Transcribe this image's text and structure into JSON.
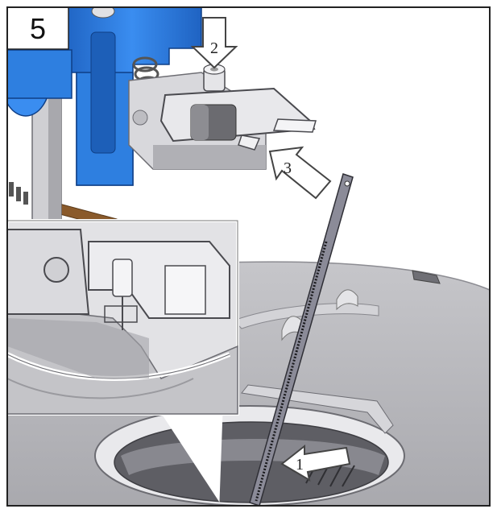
{
  "step_number": "5",
  "callouts": [
    {
      "id": "arrow-1",
      "label": "1"
    },
    {
      "id": "arrow-2",
      "label": "2"
    },
    {
      "id": "arrow-3",
      "label": "3"
    }
  ],
  "colors": {
    "bracket_blue": "#2e7fe0",
    "bracket_blue_dark": "#1d5fb8",
    "tub_gray": "#b9b9be",
    "tub_dark": "#7c7c82",
    "metal_light": "#d9d9dc",
    "rod_brown": "#8a5a2b",
    "frame": "#222222"
  }
}
